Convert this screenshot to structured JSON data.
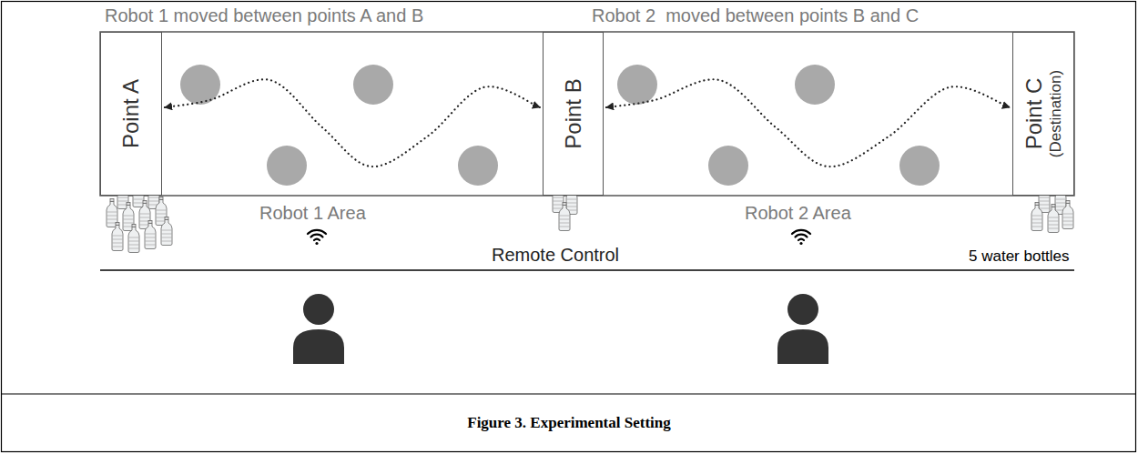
{
  "diagram": {
    "caption": "Figure 3. Experimental Setting",
    "nodes": [
      {
        "text": [
          "Point A"
        ]
      },
      {
        "text": [
          "Point B"
        ]
      },
      {
        "text": [
          "Point C",
          "(Destination)"
        ]
      }
    ],
    "edges": [
      {
        "from": 0,
        "to": 1,
        "arrow": "both"
      },
      {
        "from": 1,
        "to": 2,
        "arrow": "both"
      }
    ],
    "labels": [
      "Robot 1 moved between points A and B",
      "Robot 2  moved between points B and C",
      "Robot 1 Area",
      "Robot 2 Area",
      "Remote Control",
      "5 water bottles"
    ]
  }
}
